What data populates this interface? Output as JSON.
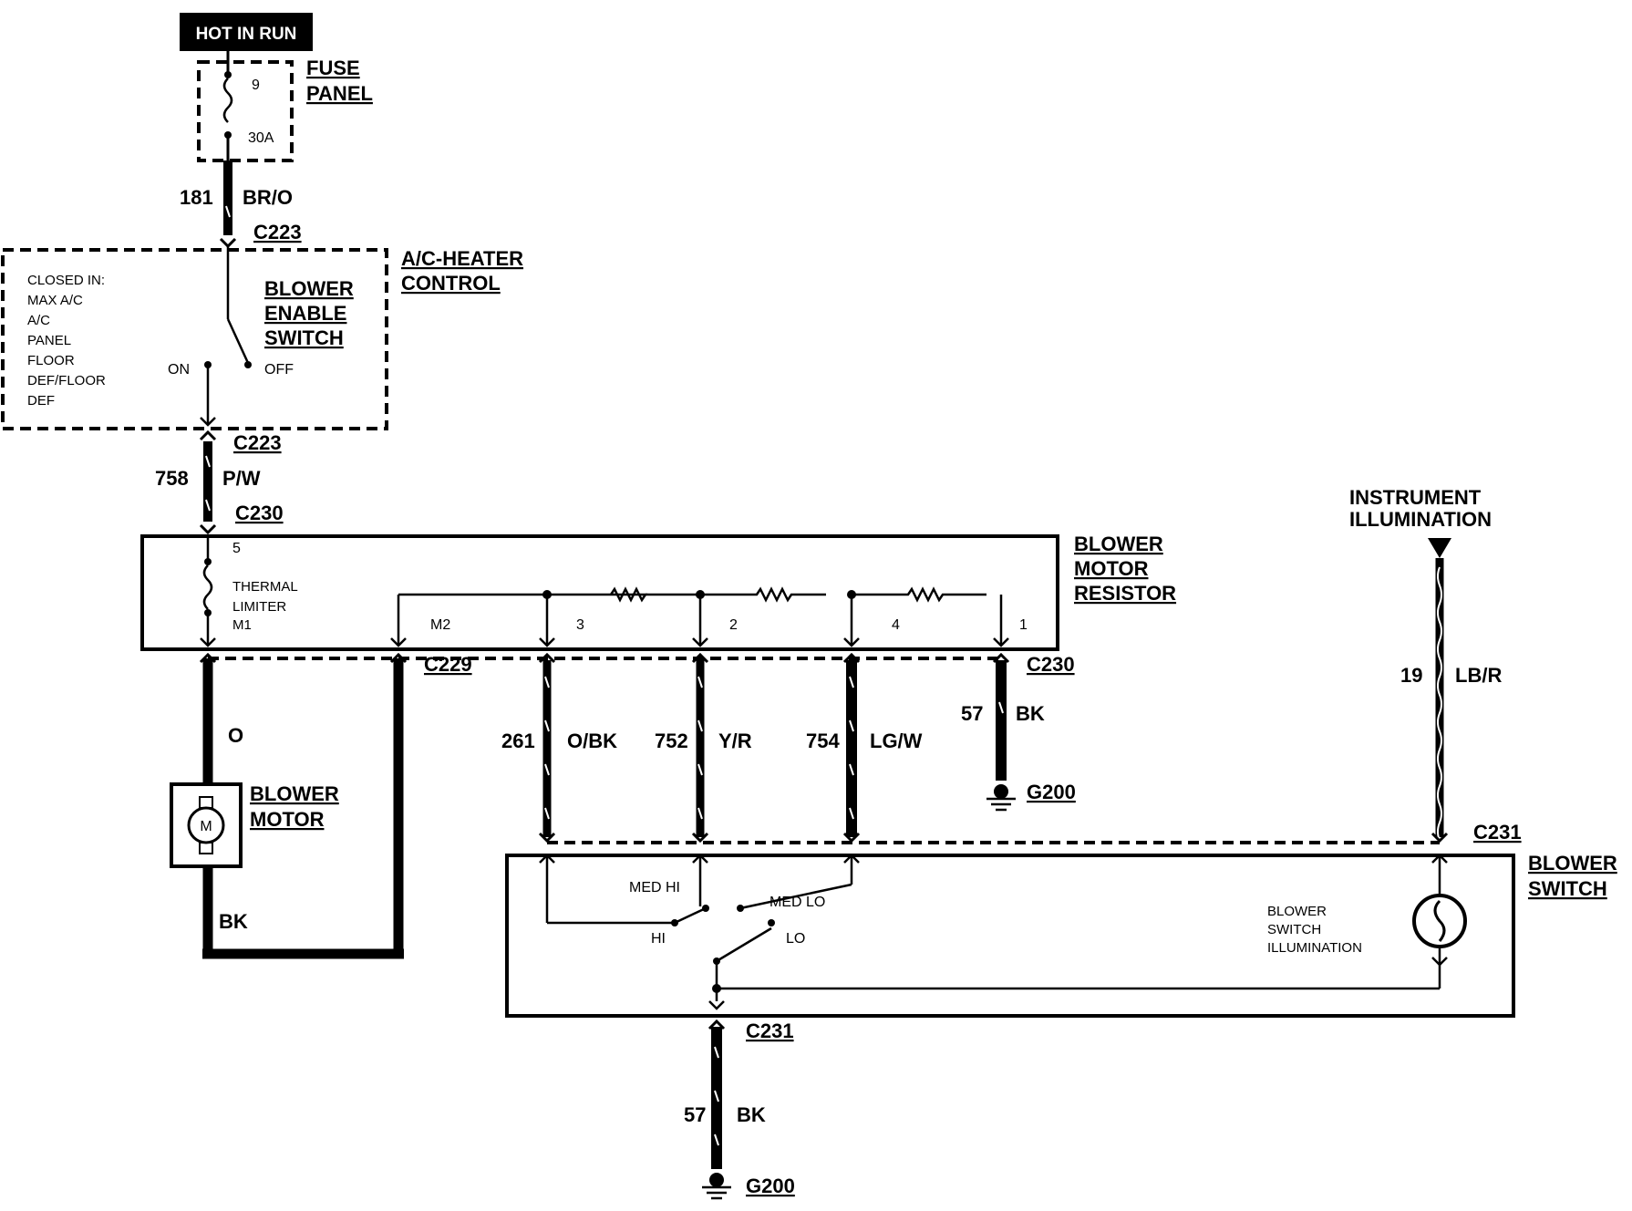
{
  "power": {
    "hot_in_run": "HOT IN RUN"
  },
  "fuse_panel": {
    "title_1": "FUSE",
    "title_2": "PANEL",
    "fuse_number": "9",
    "fuse_rating": "30A"
  },
  "wire_181": {
    "number": "181",
    "color": "BR/O"
  },
  "ac_heater_control": {
    "connector_top": "C223",
    "title_1": "A/C-HEATER",
    "title_2": "CONTROL",
    "switch_1": "BLOWER",
    "switch_2": "ENABLE",
    "switch_3": "SWITCH",
    "closed_in": [
      "CLOSED IN:",
      "MAX A/C",
      "A/C",
      "PANEL",
      "FLOOR",
      "DEF/FLOOR",
      "DEF"
    ],
    "on": "ON",
    "off": "OFF",
    "connector_bottom": "C223"
  },
  "wire_758": {
    "number": "758",
    "color": "P/W",
    "connector": "C230"
  },
  "blower_motor_resistor": {
    "title_1": "BLOWER",
    "title_2": "MOTOR",
    "title_3": "RESISTOR",
    "pin_5": "5",
    "thermal_1": "THERMAL",
    "thermal_2": "LIMITER",
    "m1": "M1",
    "m2": "M2",
    "pin_3": "3",
    "pin_2": "2",
    "pin_4": "4",
    "pin_1": "1",
    "connector_c229": "C229",
    "connector_c230": "C230"
  },
  "blower_motor": {
    "title_1": "BLOWER",
    "title_2": "MOTOR",
    "symbol": "M",
    "wire_top": "O",
    "wire_bottom": "BK"
  },
  "wires": {
    "w261": {
      "number": "261",
      "color": "O/BK"
    },
    "w752": {
      "number": "752",
      "color": "Y/R"
    },
    "w754": {
      "number": "754",
      "color": "LG/W"
    },
    "w57a": {
      "number": "57",
      "color": "BK",
      "ground": "G200"
    },
    "w19": {
      "number": "19",
      "color": "LB/R"
    }
  },
  "instrument": {
    "line_1": "INSTRUMENT",
    "line_2": "ILLUMINATION"
  },
  "blower_switch": {
    "connector_top": "C231",
    "title_1": "BLOWER",
    "title_2": "SWITCH",
    "med_hi": "MED HI",
    "med_lo": "MED LO",
    "hi": "HI",
    "lo": "LO",
    "illum_1": "BLOWER",
    "illum_2": "SWITCH",
    "illum_3": "ILLUMINATION"
  },
  "bottom": {
    "connector": "C231",
    "number": "57",
    "color": "BK",
    "ground": "G200"
  }
}
